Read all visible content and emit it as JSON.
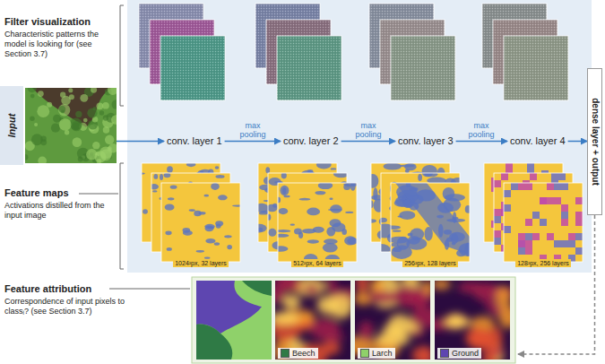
{
  "diagram": {
    "nodes": [
      {
        "text": [
          "Input"
        ]
      },
      {
        "text": [
          "conv. layer 1"
        ]
      },
      {
        "text": [
          "conv. layer 2"
        ]
      },
      {
        "text": [
          "conv. layer 3"
        ]
      },
      {
        "text": [
          "conv. layer 4"
        ]
      },
      {
        "text": [
          "dense layer + output"
        ]
      },
      {
        "text": [
          "Feature attribution",
          "Correspondence of input pixels to classᵢ? (see Section 3.7)"
        ]
      }
    ],
    "edges": [
      {
        "from": 0,
        "to": 1,
        "arrow": "to"
      },
      {
        "from": 1,
        "to": 2,
        "label": "max pooling",
        "arrow": "to"
      },
      {
        "from": 2,
        "to": 3,
        "label": "max pooling",
        "arrow": "to"
      },
      {
        "from": 3,
        "to": 4,
        "label": "max pooling",
        "arrow": "to"
      },
      {
        "from": 4,
        "to": 5,
        "arrow": "to"
      },
      {
        "from": 5,
        "to": 6,
        "arrow": "to"
      }
    ],
    "labels": [
      "Filter visualization",
      "Characteristic patterns the model is looking for (see Section 3.7)",
      "Feature maps",
      "Activations distilled from the input image",
      "1024²px, 32 layers",
      "512²px, 64 layers",
      "256²px, 128 layers",
      "128²px, 256 layers"
    ],
    "legend": [
      {
        "text": "Beech",
        "color": "#2f7a45"
      },
      {
        "text": "Larch",
        "color": "#8fd16a"
      },
      {
        "text": "Ground",
        "color": "#5e46b0"
      }
    ]
  }
}
